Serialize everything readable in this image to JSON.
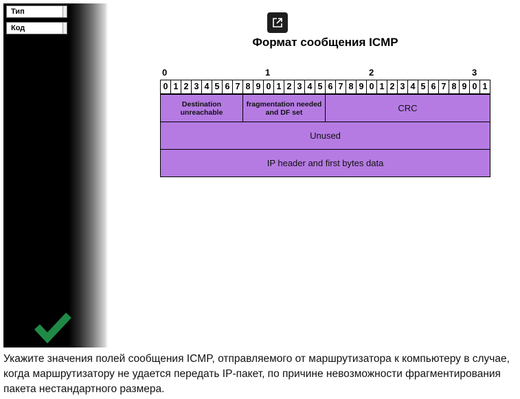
{
  "sidebar": {
    "fields": [
      "Тип",
      "Код"
    ]
  },
  "diagram": {
    "title": "Формат сообщения ICMP",
    "octet_labels": [
      "0",
      "1",
      "2",
      "3"
    ],
    "bits": [
      "0",
      "1",
      "2",
      "3",
      "4",
      "5",
      "6",
      "7",
      "8",
      "9",
      "0",
      "1",
      "2",
      "3",
      "4",
      "5",
      "6",
      "7",
      "8",
      "9",
      "0",
      "1",
      "2",
      "3",
      "4",
      "5",
      "6",
      "7",
      "8",
      "9",
      "0",
      "1"
    ],
    "fields": {
      "type": "Destination unreachable",
      "code": "fragmentation needed and DF set",
      "crc": "CRC",
      "unused": "Unused",
      "ip_header": "IP header and first bytes data"
    },
    "field_color": "#b57be3"
  },
  "question": "Укажите значения полей сообщения ICMP, отправляемого от маршрутизатора к компьютеру в случае, когда маршрутизатору не удается передать IP-пакет, по причине невозможности фрагментирования пакета нестандартного размера."
}
